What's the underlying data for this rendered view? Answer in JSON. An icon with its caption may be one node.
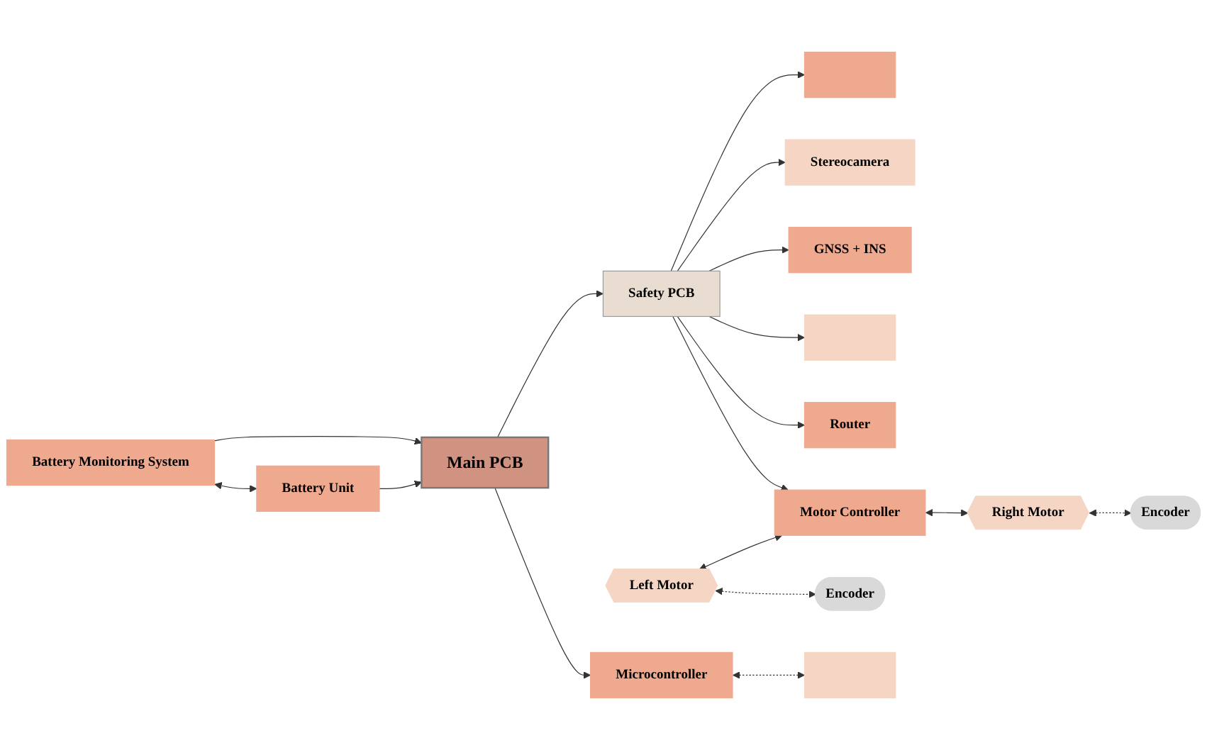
{
  "diagram": {
    "nodes": [
      {
        "text": [
          "Battery Monitoring System"
        ]
      },
      {
        "text": [
          "Battery Unit"
        ]
      },
      {
        "text": [
          "Main PCB"
        ]
      },
      {
        "text": [
          "Safety PCB"
        ]
      },
      {
        "text": [],
        "shape": "box"
      },
      {
        "text": [
          "Stereocamera"
        ]
      },
      {
        "text": [
          "GNSS + INS"
        ]
      },
      {
        "text": [],
        "shape": "box"
      },
      {
        "text": [
          "Router"
        ]
      },
      {
        "text": [
          "Microcontroller"
        ]
      },
      {
        "text": [
          "Left Motor"
        ]
      },
      {
        "text": [
          "Motor Controller"
        ]
      },
      {
        "text": [
          "Right Motor"
        ]
      },
      {
        "text": [],
        "shape": "box"
      },
      {
        "text": [
          "Encoder"
        ]
      },
      {
        "text": [
          "Encoder"
        ]
      }
    ],
    "edges": [
      {
        "from": 0,
        "to": 2,
        "arrow": "to"
      },
      {
        "from": 0,
        "to": 1,
        "arrow": "both"
      },
      {
        "from": 1,
        "to": 2,
        "arrow": "to"
      },
      {
        "from": 2,
        "to": 3,
        "arrow": "to"
      },
      {
        "from": 3,
        "to": 4,
        "arrow": "to"
      },
      {
        "from": 3,
        "to": 5,
        "arrow": "to"
      },
      {
        "from": 3,
        "to": 6,
        "arrow": "to"
      },
      {
        "from": 3,
        "to": 7,
        "arrow": "to"
      },
      {
        "from": 3,
        "to": 8,
        "arrow": "to"
      },
      {
        "from": 2,
        "to": 9,
        "arrow": "to"
      },
      {
        "from": 3,
        "to": 11,
        "arrow": "to"
      },
      {
        "from": 10,
        "to": 11,
        "arrow": "both"
      },
      {
        "from": 11,
        "to": 12,
        "arrow": "both"
      },
      {
        "from": 9,
        "to": 13,
        "arrow": "both",
        "style": "dashed"
      },
      {
        "from": 10,
        "to": 14,
        "arrow": "both",
        "style": "dashed"
      },
      {
        "from": 12,
        "to": 15,
        "arrow": "both",
        "style": "dashed"
      }
    ]
  }
}
